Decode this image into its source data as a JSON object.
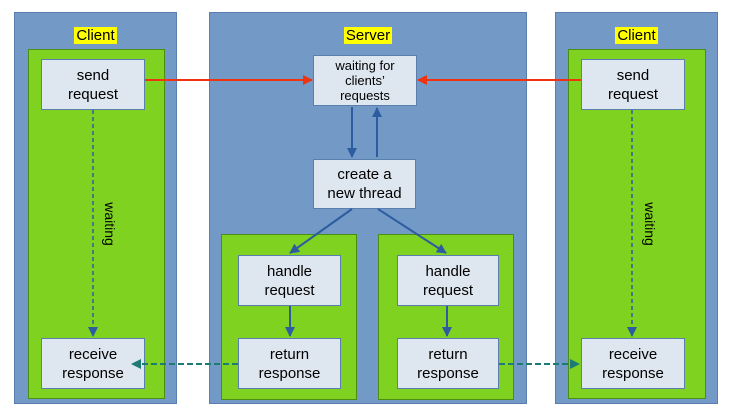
{
  "left_client": {
    "title": "Client",
    "send_request": "send\nrequest",
    "waiting": "waiting",
    "receive_response": "receive\nresponse"
  },
  "server": {
    "title": "Server",
    "waiting_for_requests": "waiting for\nclients’\nrequests",
    "create_thread": "create a\nnew thread",
    "thread_left": {
      "handle_request": "handle\nrequest",
      "return_response": "return\nresponse"
    },
    "thread_right": {
      "handle_request": "handle\nrequest",
      "return_response": "return\nresponse"
    }
  },
  "right_client": {
    "title": "Client",
    "send_request": "send\nrequest",
    "waiting": "waiting",
    "receive_response": "receive\nresponse"
  },
  "colors": {
    "column_blue": "#7399c6",
    "thread_green": "#7fd320",
    "box_fill": "#dee6ef",
    "request_arrow": "#ee3311",
    "response_arrow": "#1d7a74",
    "flow_arrow": "#2d5ca0",
    "title_highlight": "#ffff00"
  }
}
